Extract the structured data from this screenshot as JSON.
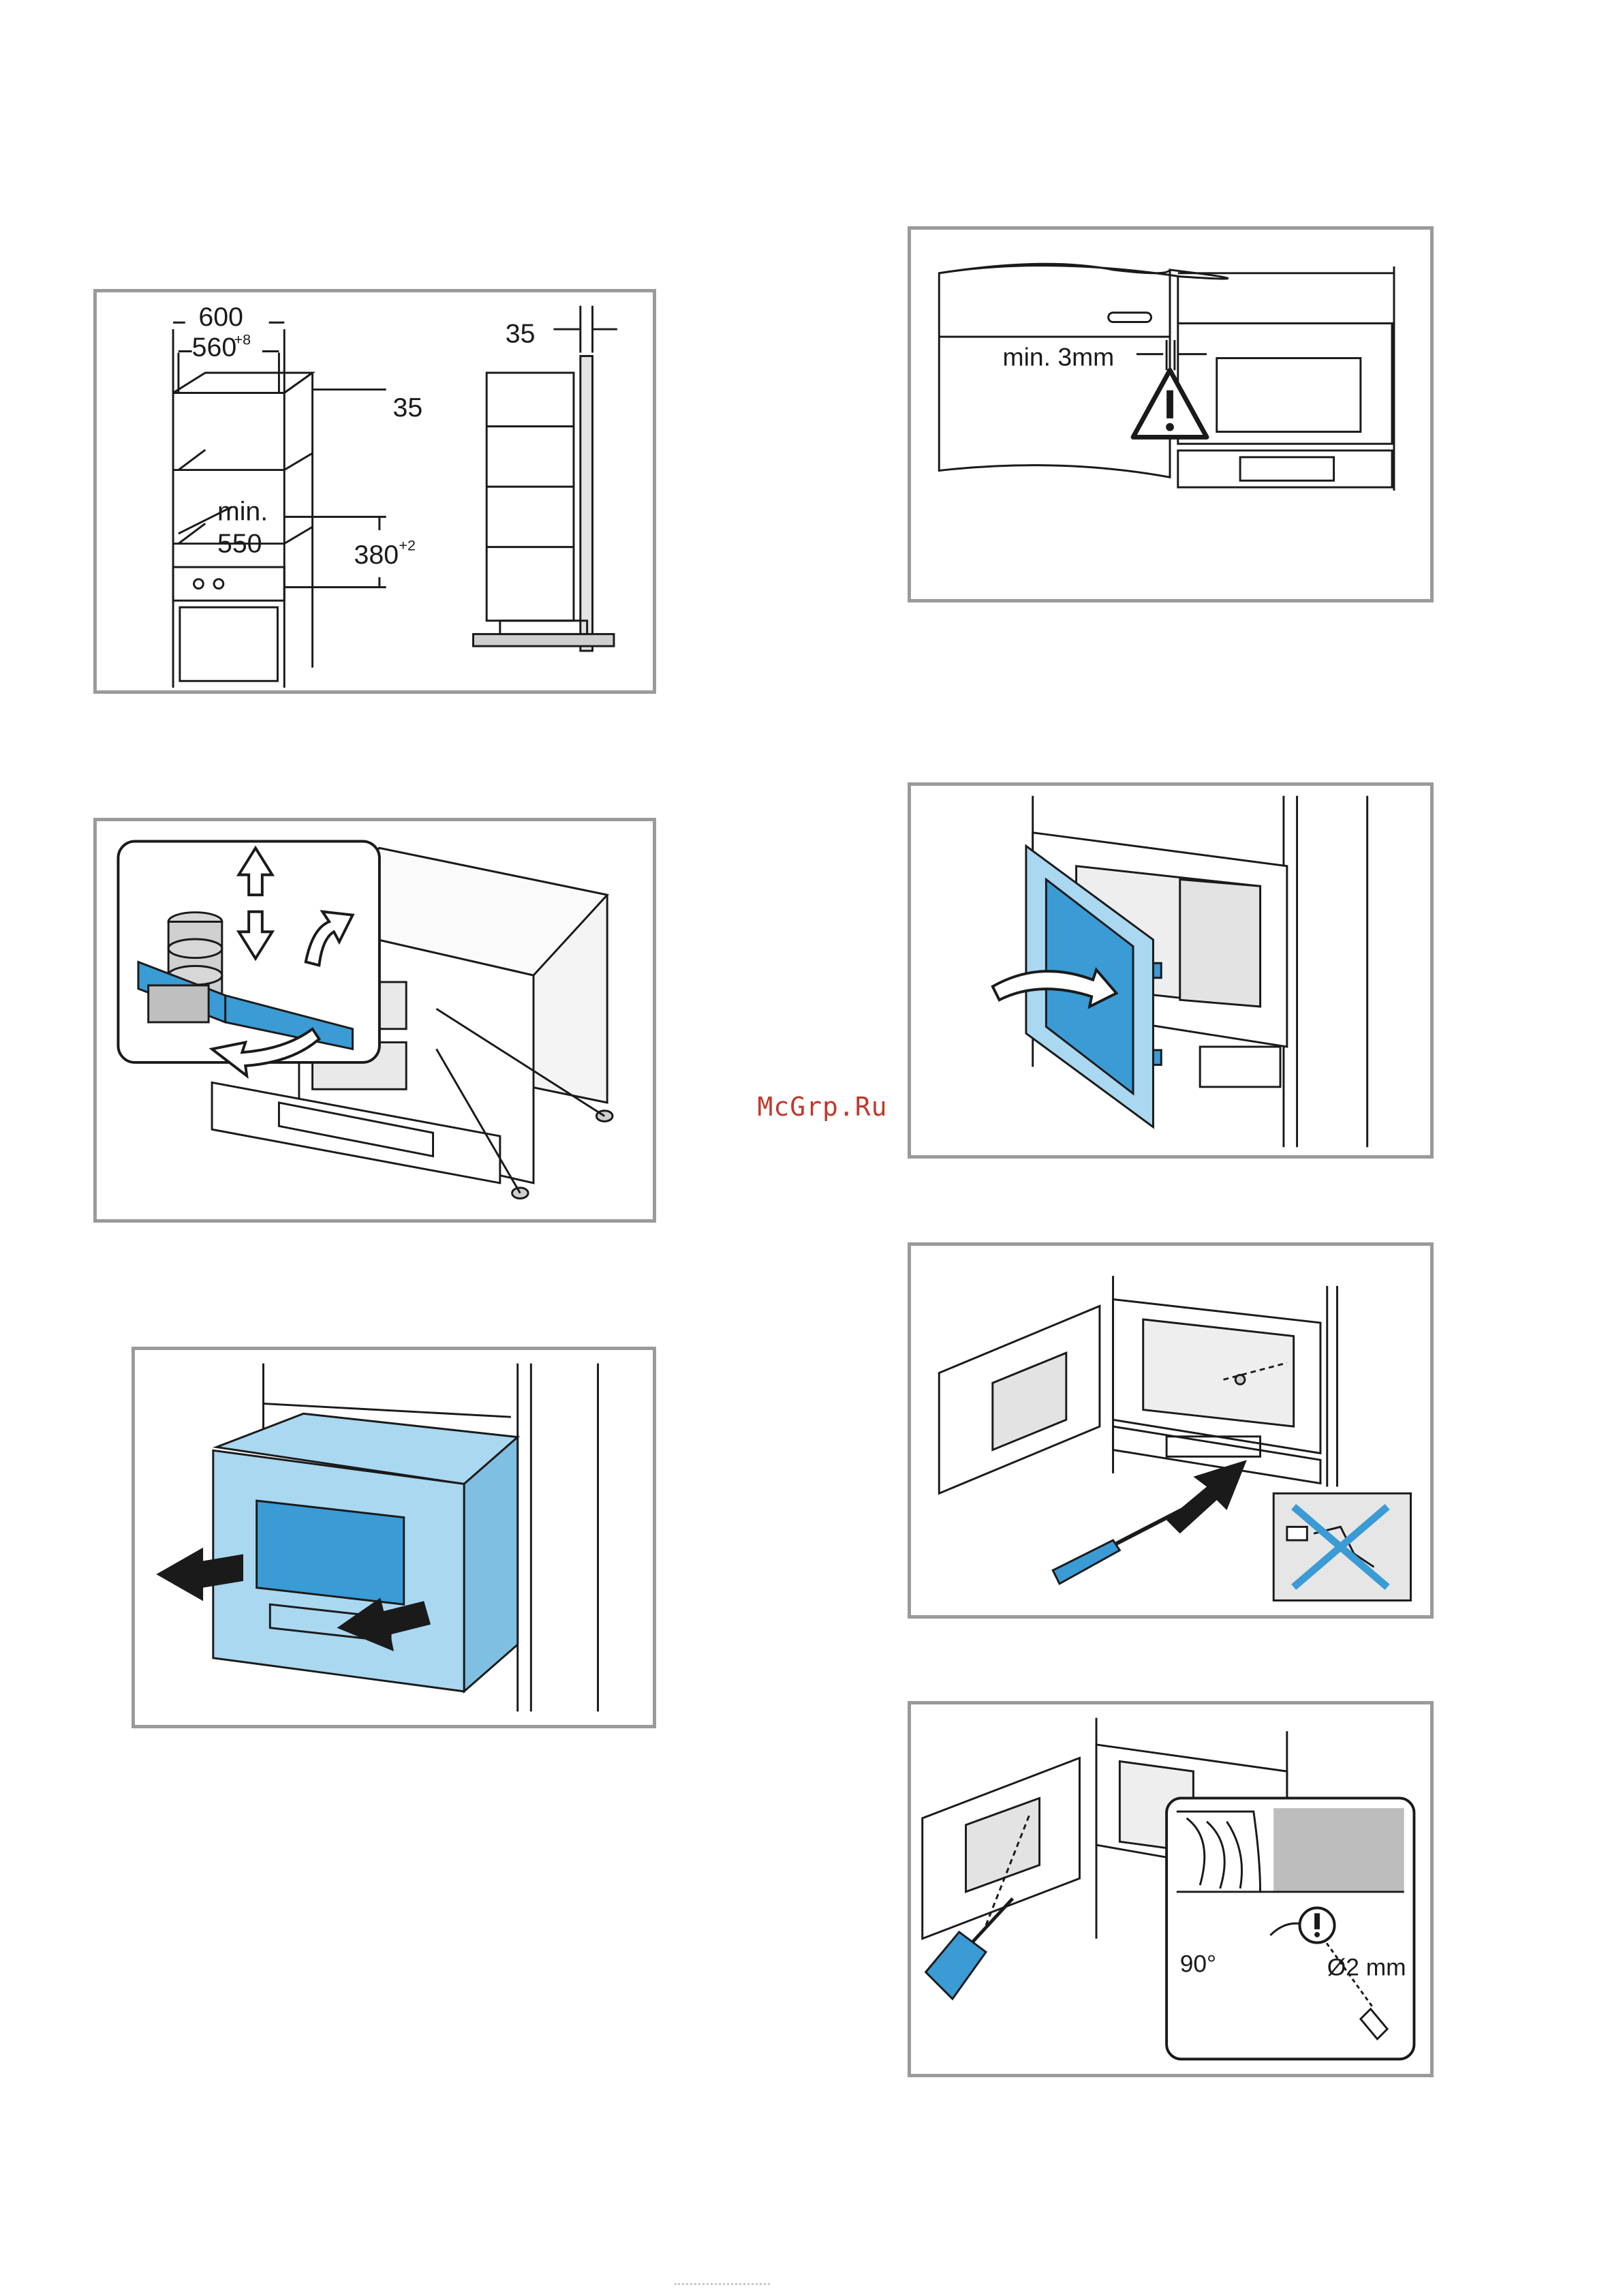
{
  "watermark": "McGrp.Ru",
  "figures": {
    "niche_dimensions": {
      "width_outer": "600",
      "width_inner": "560",
      "width_inner_tolerance": "+8",
      "depth_top": "35",
      "min_label": "min.",
      "min_depth": "550",
      "height": "380",
      "height_tolerance": "+2",
      "side_gap": "35"
    },
    "gap_warning": {
      "gap_label": "min. 3mm"
    },
    "drill_angle": {
      "angle_label": "90°",
      "diameter_label": "Ø2 mm"
    }
  },
  "colors": {
    "panel_border": "#9a9a9a",
    "accent_blue": "#3a9bd5",
    "light_blue": "#a9d8f0",
    "line": "#1a1a1a",
    "watermark": "#c0392b"
  }
}
